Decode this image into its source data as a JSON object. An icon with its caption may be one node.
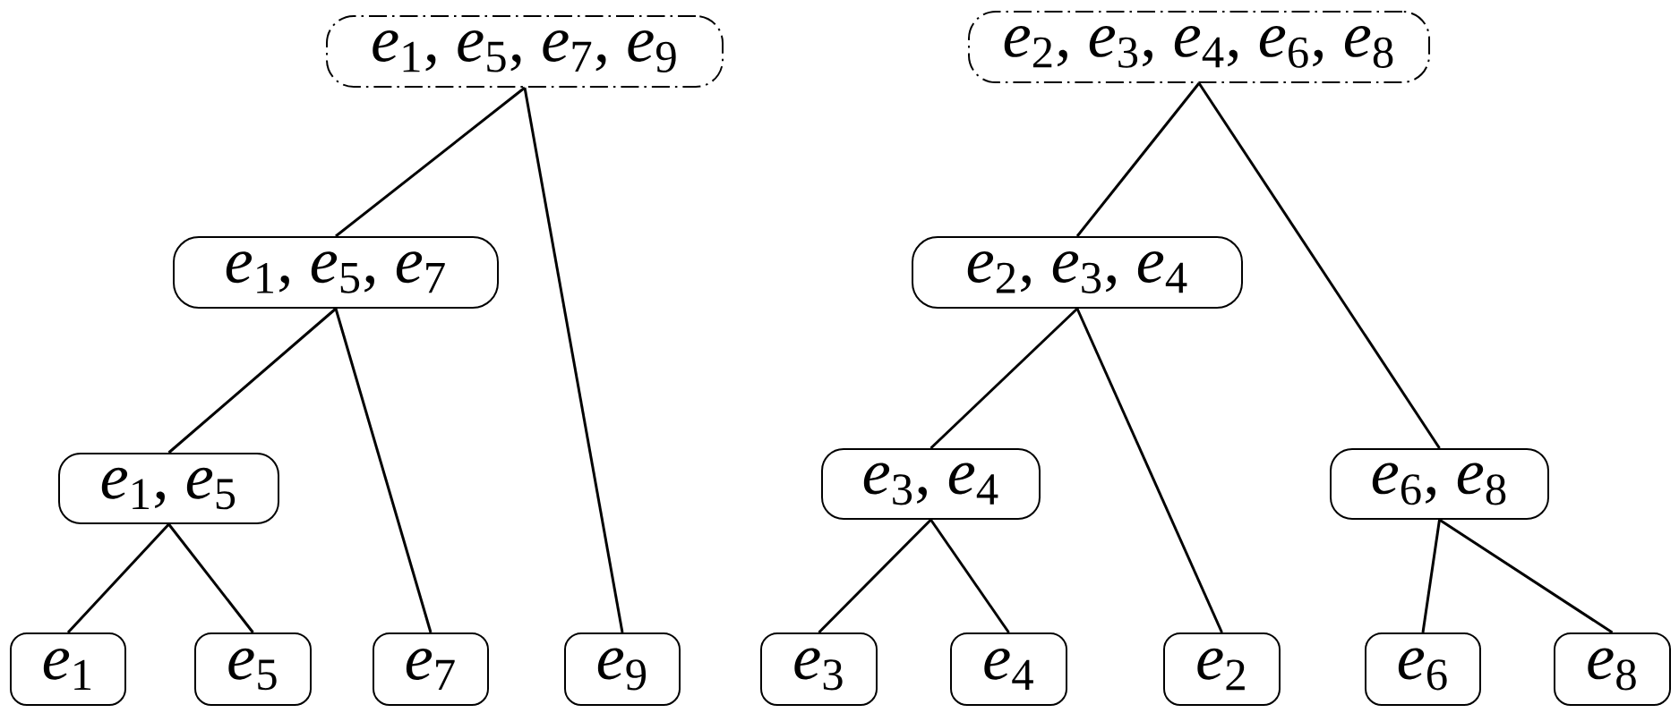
{
  "diagram": {
    "nodes": [
      {
        "text": [
          "*e*$_{1}$, *e*$_{5}$, *e*$_{7}$, *e*$_{9}$"
        ]
      },
      {
        "text": [
          "*e*$_{2}$, *e*$_{3}$, *e*$_{4}$, *e*$_{6}$, *e*$_{8}$"
        ]
      },
      {
        "text": [
          "*e*$_{1}$, *e*$_{5}$, *e*$_{7}$"
        ]
      },
      {
        "text": [
          "*e*$_{2}$, *e*$_{3}$, *e*$_{4}$"
        ]
      },
      {
        "text": [
          "*e*$_{1}$, *e*$_{5}$"
        ]
      },
      {
        "text": [
          "*e*$_{3}$, *e*$_{4}$"
        ]
      },
      {
        "text": [
          "*e*$_{6}$, *e*$_{8}$"
        ]
      },
      {
        "text": [
          "*e*$_{1}$"
        ]
      },
      {
        "text": [
          "*e*$_{5}$"
        ]
      },
      {
        "text": [
          "*e*$_{7}$"
        ]
      },
      {
        "text": [
          "*e*$_{9}$"
        ]
      },
      {
        "text": [
          "*e*$_{3}$"
        ]
      },
      {
        "text": [
          "*e*$_{4}$"
        ]
      },
      {
        "text": [
          "*e*$_{2}$"
        ]
      },
      {
        "text": [
          "*e*$_{6}$"
        ]
      },
      {
        "text": [
          "*e*$_{8}$"
        ]
      }
    ],
    "edges": [
      {
        "from": 0,
        "to": 2,
        "arrow": "none"
      },
      {
        "from": 0,
        "to": 10,
        "arrow": "none"
      },
      {
        "from": 2,
        "to": 4,
        "arrow": "none"
      },
      {
        "from": 2,
        "to": 9,
        "arrow": "none"
      },
      {
        "from": 4,
        "to": 7,
        "arrow": "none"
      },
      {
        "from": 4,
        "to": 8,
        "arrow": "none"
      },
      {
        "from": 1,
        "to": 3,
        "arrow": "none"
      },
      {
        "from": 1,
        "to": 6,
        "arrow": "none"
      },
      {
        "from": 3,
        "to": 5,
        "arrow": "none"
      },
      {
        "from": 3,
        "to": 13,
        "arrow": "none"
      },
      {
        "from": 5,
        "to": 11,
        "arrow": "none"
      },
      {
        "from": 5,
        "to": 12,
        "arrow": "none"
      },
      {
        "from": 6,
        "to": 14,
        "arrow": "none"
      },
      {
        "from": 6,
        "to": 15,
        "arrow": "none"
      }
    ]
  }
}
